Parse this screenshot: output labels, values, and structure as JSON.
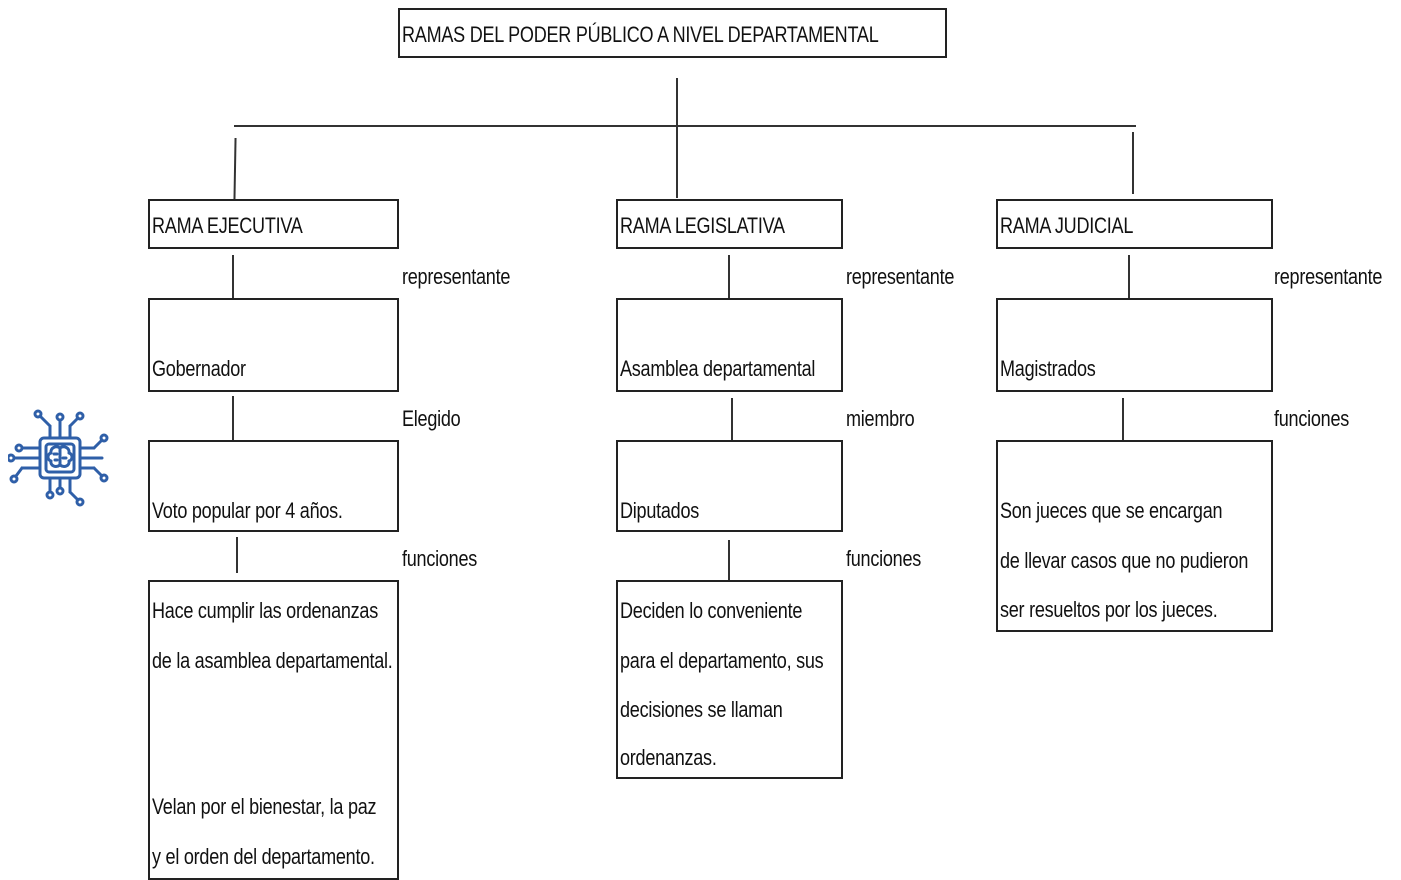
{
  "diagram": {
    "title": "RAMAS DEL PODER PÚBLICO A NIVEL DEPARTAMENTAL",
    "branches": [
      {
        "name": "RAMA EJECUTIVA",
        "rel1": "representante",
        "node1": "Gobernador",
        "rel2": "Elegido",
        "node2": "Voto popular  por 4 años.",
        "rel3": "funciones",
        "desc": [
          "Hace cumplir las ordenanzas",
          "de la asamblea departamental.",
          "Velan por el bienestar, la paz",
          "y el orden del departamento."
        ]
      },
      {
        "name": "RAMA LEGISLATIVA",
        "rel1": "representante",
        "node1": "Asamblea departamental",
        "rel2": "miembro",
        "node2": "Diputados",
        "rel3": "funciones",
        "desc": [
          "Deciden lo conveniente",
          "para el departamento, sus",
          "decisiones se llaman",
          "ordenanzas."
        ]
      },
      {
        "name": "RAMA JUDICIAL",
        "rel1": "representante",
        "node1": "Magistrados",
        "rel2": "funciones",
        "desc": [
          "Son jueces que se encargan",
          "de llevar casos que no pudieron",
          "ser resueltos por los jueces."
        ]
      }
    ]
  },
  "icon": {
    "name": "ai-chip-brain-icon",
    "color": "#2f5fa8"
  }
}
